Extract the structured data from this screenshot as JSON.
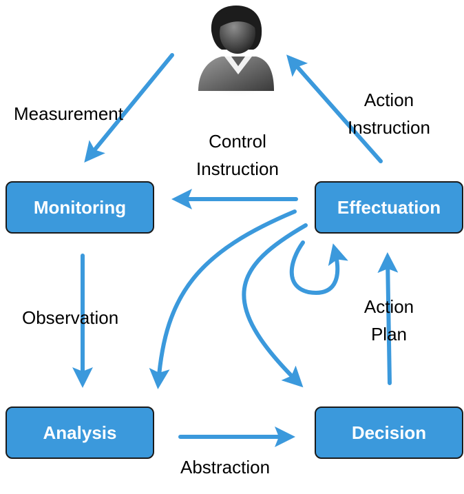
{
  "nodes": {
    "monitoring": "Monitoring",
    "effectuation": "Effectuation",
    "analysis": "Analysis",
    "decision": "Decision"
  },
  "edges": {
    "measurement": "Measurement",
    "action_instruction": [
      "Action",
      "Instruction"
    ],
    "control_instruction": [
      "Control",
      "Instruction"
    ],
    "observation": "Observation",
    "action_plan": [
      "Action",
      "Plan"
    ],
    "abstraction": "Abstraction"
  },
  "icons": {
    "user": "user-avatar-icon"
  },
  "colors": {
    "node_fill": "#3b99dc",
    "arrow": "#3b99dc",
    "node_border": "#1a1a1a"
  }
}
